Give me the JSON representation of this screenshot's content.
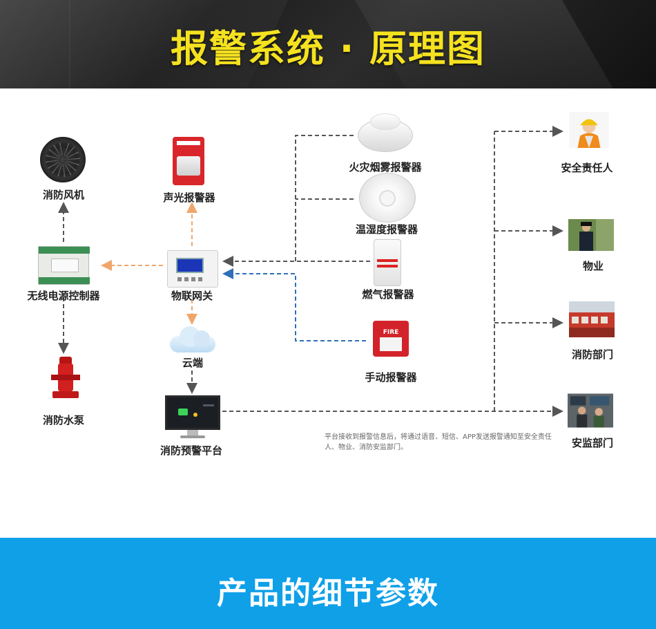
{
  "header": {
    "title": "报警系统 · 原理图"
  },
  "nodes": {
    "fan": "消防风机",
    "controller": "无线电源控制器",
    "pump": "消防水泵",
    "strobe": "声光报警器",
    "gateway": "物联网关",
    "cloud": "云端",
    "platform": "消防预警平台",
    "smoke": "火灾烟雾报警器",
    "temp": "温湿度报警器",
    "gas": "燃气报警器",
    "manual": "手动报警器",
    "responsible": "安全责任人",
    "property": "物业",
    "fire_dept": "消防部门",
    "safety_dept": "安监部门"
  },
  "fire_button_text": "FIRE",
  "note": "平台接收到报警信息后，将通过语音、短信、APP发送报警通知至安全责任人、物业、消防安监部门。",
  "colors": {
    "header_text": "#f5e21f",
    "orange_line": "#f0a66a",
    "blue_line": "#2f6fb7",
    "gray_line": "#555555",
    "footer_bg": "#0fa0e8"
  },
  "footer": {
    "title": "产品的细节参数"
  }
}
